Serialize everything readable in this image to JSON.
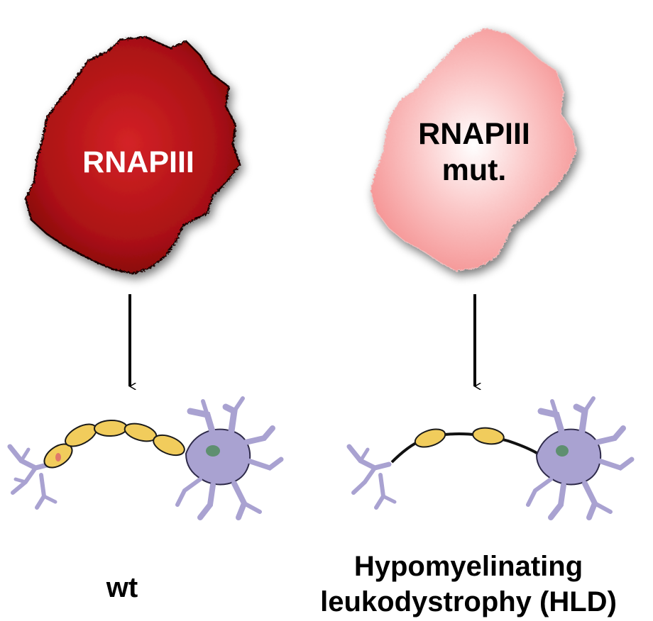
{
  "left": {
    "protein_label": "RNAPIII",
    "caption": "wt"
  },
  "right": {
    "protein_label_line1": "RNAPIII",
    "protein_label_line2": "mut.",
    "caption_line1": "Hypomyelinating",
    "caption_line2": "leukodystrophy (HLD)"
  },
  "colors": {
    "wt_protein": "#b81416",
    "mut_protein": "#f7a2a2",
    "myelin": "#f1cc5c",
    "neuron": "#a9a2d1",
    "nucleus": "#5e8f70"
  }
}
